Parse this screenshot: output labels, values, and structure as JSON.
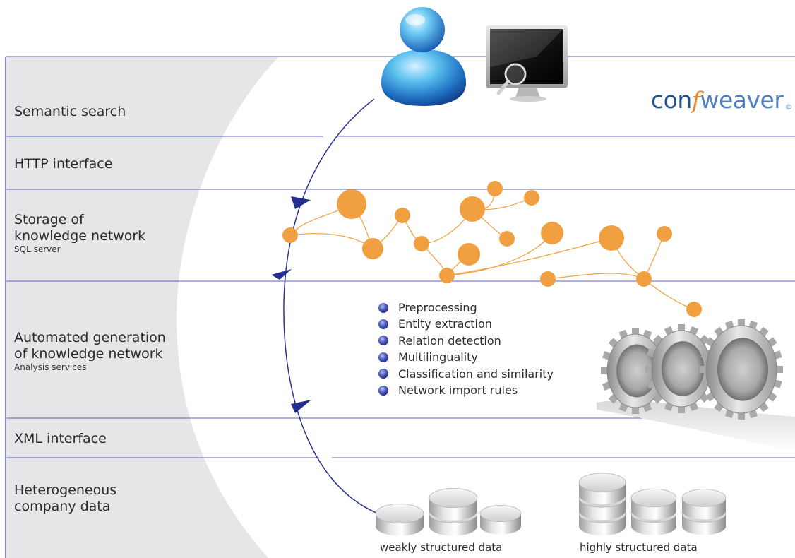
{
  "layers": [
    {
      "id": "semantic-search",
      "line1": "Semantic search",
      "line2": "",
      "sub": ""
    },
    {
      "id": "http-interface",
      "line1": "HTTP interface",
      "line2": "",
      "sub": ""
    },
    {
      "id": "storage",
      "line1": "Storage of",
      "line2": "knowledge network",
      "sub": "SQL server"
    },
    {
      "id": "generation",
      "line1": "Automated generation",
      "line2": "of knowledge network",
      "sub": "Analysis services"
    },
    {
      "id": "xml-interface",
      "line1": "XML interface",
      "line2": "",
      "sub": ""
    },
    {
      "id": "company-data",
      "line1": "Heterogeneous",
      "line2": "company data",
      "sub": ""
    }
  ],
  "analysis_steps": [
    "Preprocessing",
    "Entity extraction",
    "Relation detection",
    "Multilinguality",
    "Classification and similarity",
    "Network import rules"
  ],
  "logo": {
    "part1": "con",
    "part2": "f",
    "part3": "weaver",
    "symbol": "©"
  },
  "captions": {
    "weak": "weakly structured data",
    "high": "highly structured data"
  },
  "icons": [
    "user-icon",
    "monitor-search-icon",
    "gears-icon",
    "database-icon"
  ],
  "colors": {
    "node": "#f0a040",
    "line": "#5b63b7",
    "arrow": "#232f8f",
    "panel": "#e6e6e8"
  }
}
